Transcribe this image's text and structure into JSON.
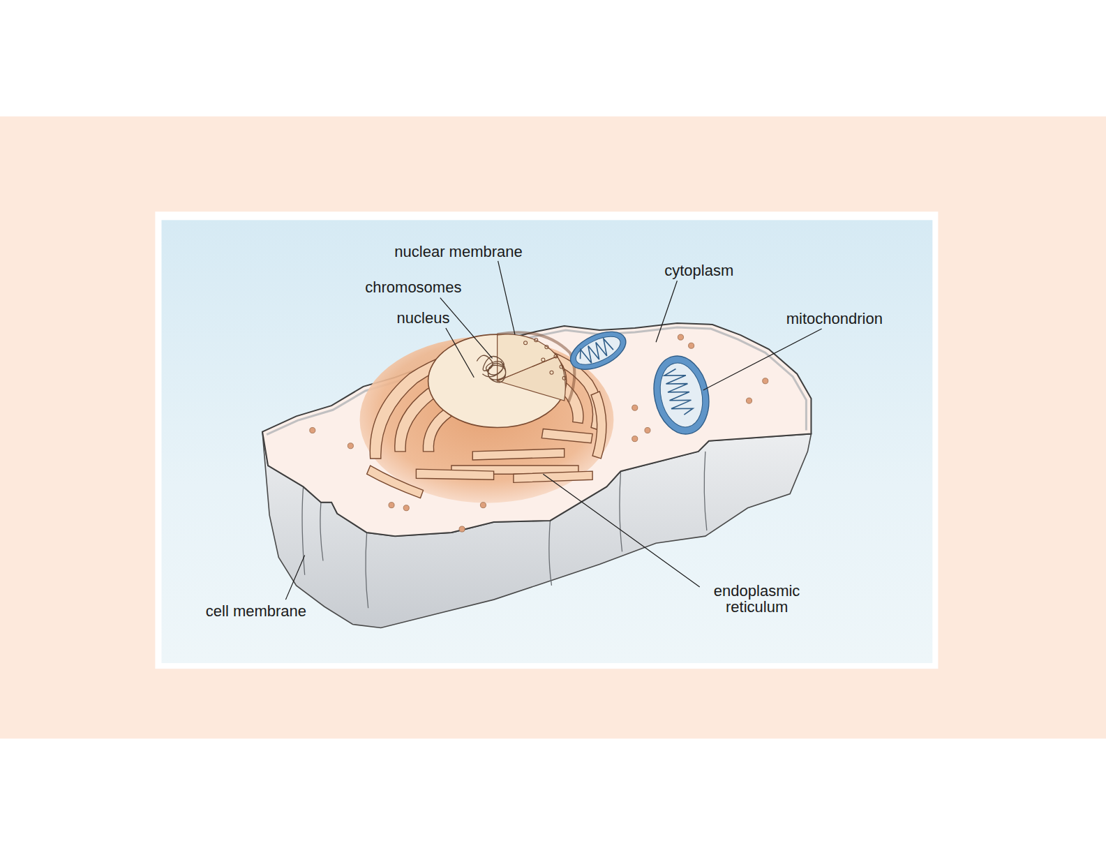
{
  "diagram": {
    "labels": [
      "nuclear membrane",
      "chromosomes",
      "cytoplasm",
      "nucleus",
      "mitochondrion",
      "endoplasmic reticulum",
      "cell membrane"
    ]
  }
}
